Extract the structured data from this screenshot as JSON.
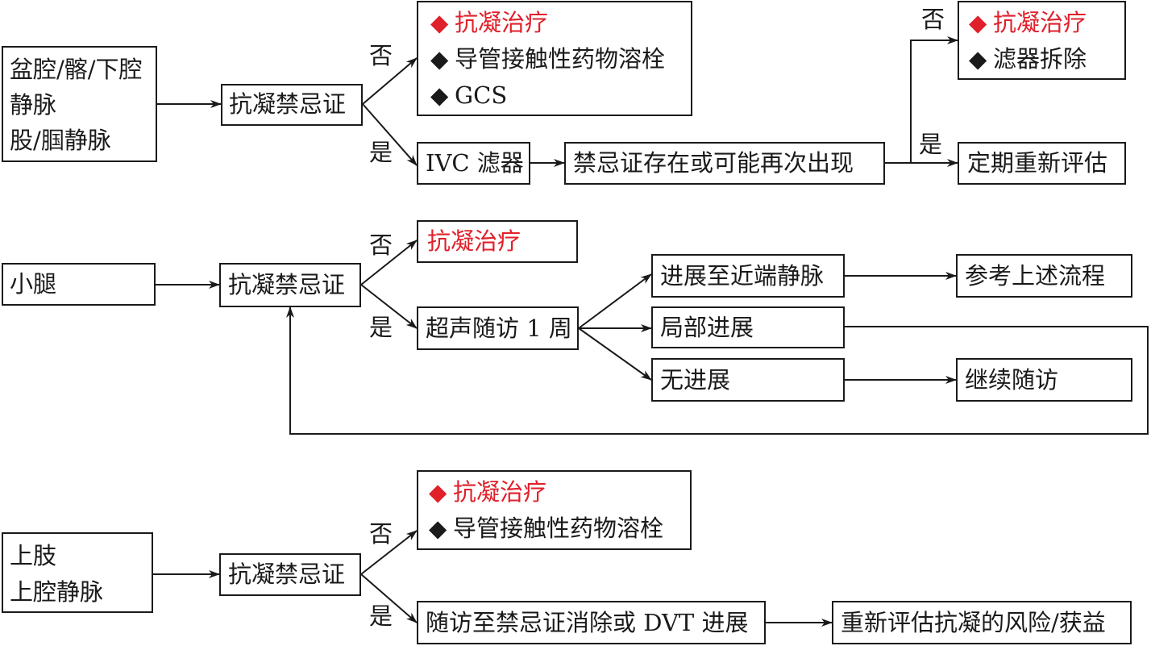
{
  "colors": {
    "line": "#1a1a1a",
    "accent_red": "#e0202a",
    "background": "#ffffff"
  },
  "labels": {
    "no": "否",
    "yes": "是"
  },
  "bullet": "◆",
  "section1": {
    "start_lines": [
      "盆腔/髂/下腔",
      "静脉",
      "股/腘静脉"
    ],
    "contra": "抗凝禁忌证",
    "no_items": [
      "抗凝治疗",
      "导管接触性药物溶栓",
      "GCS"
    ],
    "ivc": "IVC 滤器",
    "persist": "禁忌证存在或可能再次出现",
    "no2_items": [
      "抗凝治疗",
      "滤器拆除"
    ],
    "reassess": "定期重新评估"
  },
  "section2": {
    "start": "小腿",
    "contra": "抗凝禁忌证",
    "anticoag": "抗凝治疗",
    "followup": "超声随访 1 周",
    "prox": "进展至近端静脉",
    "ref": "参考上述流程",
    "local": "局部进展",
    "none": "无进展",
    "continue": "继续随访"
  },
  "section3": {
    "start_lines": [
      "上肢",
      "上腔静脉"
    ],
    "contra": "抗凝禁忌证",
    "no_items": [
      "抗凝治疗",
      "导管接触性药物溶栓"
    ],
    "followup": "随访至禁忌证消除或 DVT 进展",
    "reassess": "重新评估抗凝的风险/获益"
  }
}
